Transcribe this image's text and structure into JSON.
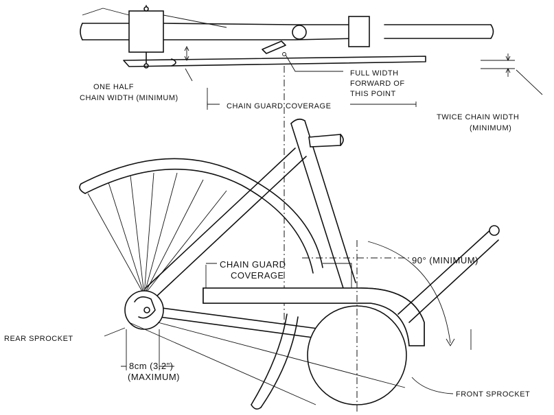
{
  "labels": {
    "one_half_line1": "ONE HALF",
    "one_half_line2": "CHAIN WIDTH (MINIMUM)",
    "full_width_line1": "FULL WIDTH",
    "full_width_line2": "FORWARD OF",
    "full_width_line3": "THIS POINT",
    "chain_guard_coverage_top": "CHAIN GUARD COVERAGE",
    "twice_chain_width_line1": "TWICE CHAIN WIDTH",
    "twice_chain_width_line2": "(MINIMUM)",
    "chain_guard_line1": "CHAIN GUARD",
    "chain_guard_line2": "COVERAGE",
    "ninety_degrees": "90° (MINIMUM)",
    "rear_sprocket": "REAR SPROCKET",
    "eight_cm_line1": "8cm (3.2\")",
    "eight_cm_line2": "(MAXIMUM)",
    "front_sprocket": "FRONT SPROCKET"
  }
}
